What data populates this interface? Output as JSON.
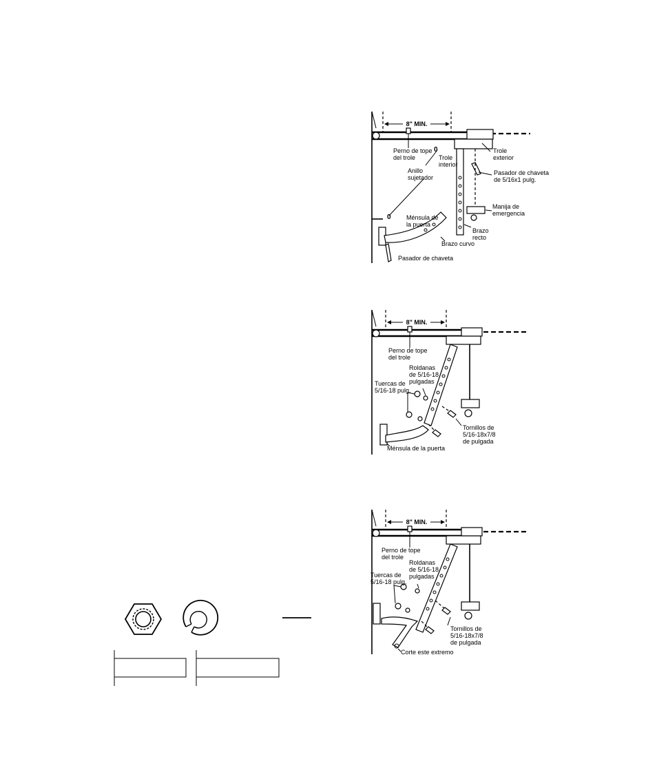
{
  "figure1": {
    "dimension": "8\" MIN.",
    "labels": {
      "perno_1": "Perno de tope",
      "perno_2": "del trole",
      "trole_interior_1": "Trole",
      "trole_interior_2": "interior",
      "anillo_1": "Anillo",
      "anillo_2": "sujetador",
      "trole_exterior_1": "Trole",
      "trole_exterior_2": "exterior",
      "pasador_5_16_1": "Pasador de chaveta",
      "pasador_5_16_2": "de 5/16x1 pulg.",
      "manija_1": "Manija de",
      "manija_2": "emergencia",
      "mensula_1": "Ménsula de",
      "mensula_2": "la puerta",
      "brazo_recto_1": "Brazo",
      "brazo_recto_2": "recto",
      "brazo_curvo": "Brazo curvo",
      "pasador": "Pasador de chaveta"
    }
  },
  "figure2": {
    "dimension": "8\" MIN.",
    "labels": {
      "perno_1": "Perno de tope",
      "perno_2": "del trole",
      "roldanas_1": "Roldanas",
      "roldanas_2": "de 5/16-18",
      "roldanas_3": "pulgadas",
      "tuercas_1": "Tuercas de",
      "tuercas_2": "5/16-18 pulg.",
      "tornillos_1": "Tornillos de",
      "tornillos_2": "5/16-18x7/8",
      "tornillos_3": "de pulgada",
      "mensula": "Ménsula de la puerta"
    }
  },
  "figure3": {
    "dimension": "8\" MIN.",
    "labels": {
      "perno_1": "Perno de tope",
      "perno_2": "del trole",
      "roldanas_1": "Roldanas",
      "roldanas_2": "de 5/16-18",
      "roldanas_3": "pulgadas",
      "tuercas_1": "Tuercas de",
      "tuercas_2": "5/16-18 pulg.",
      "tornillos_1": "Tornillos de",
      "tornillos_2": "5/16-18x7/8",
      "tornillos_3": "de pulgada",
      "corte": "Corte este extremo"
    }
  }
}
